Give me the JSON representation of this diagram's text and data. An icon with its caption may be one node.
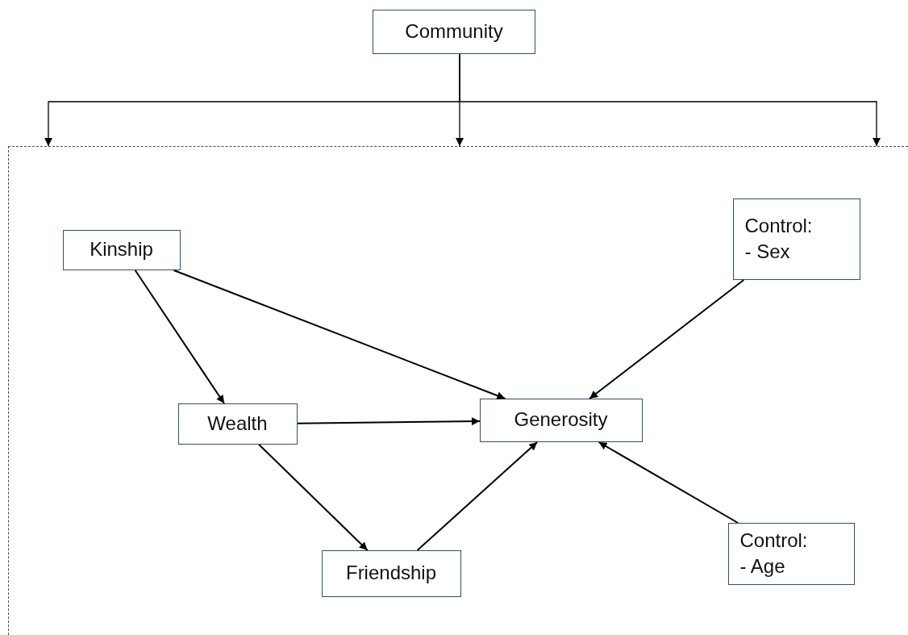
{
  "diagram": {
    "nodes": [
      {
        "text": [
          "Community"
        ]
      },
      {
        "text": [],
        "shape": "box"
      },
      {
        "text": [
          "Kinship"
        ],
        "in": 1
      },
      {
        "text": [
          "Control: - Sex"
        ],
        "in": 1
      },
      {
        "text": [
          "Wealth"
        ],
        "in": 1
      },
      {
        "text": [
          "Generosity"
        ],
        "in": 1
      },
      {
        "text": [
          "Friendship"
        ],
        "in": 1
      },
      {
        "text": [
          "Control: - Age"
        ],
        "in": 1
      }
    ],
    "edges": [
      {
        "from": 0,
        "to": 1,
        "arrow": "to"
      },
      {
        "from": 0,
        "to": 1,
        "arrow": "to"
      },
      {
        "from": 0,
        "to": 1,
        "arrow": "to"
      },
      {
        "from": 2,
        "to": 4,
        "arrow": "to"
      },
      {
        "from": 2,
        "to": 5,
        "arrow": "to"
      },
      {
        "from": 3,
        "to": 5,
        "arrow": "to"
      },
      {
        "from": 4,
        "to": 5,
        "arrow": "to"
      },
      {
        "from": 4,
        "to": 6,
        "arrow": "to"
      },
      {
        "from": 6,
        "to": 5,
        "arrow": "to"
      },
      {
        "from": 7,
        "to": 5,
        "arrow": "to"
      }
    ]
  }
}
